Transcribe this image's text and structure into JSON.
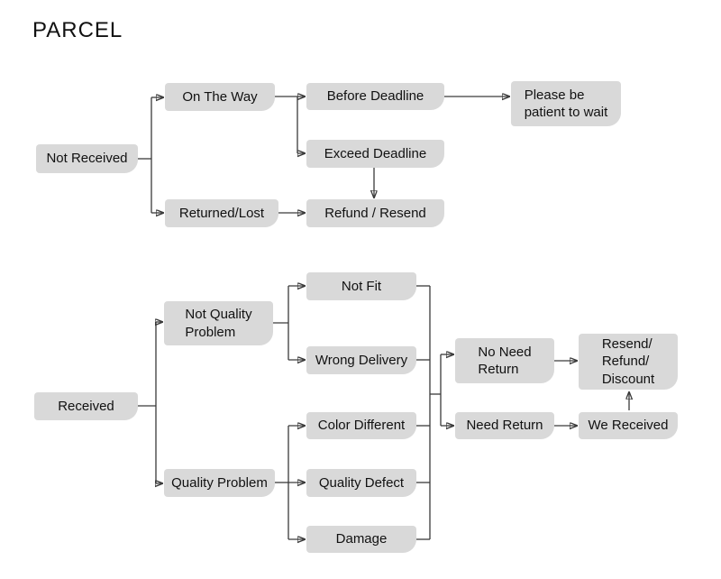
{
  "title": "PARCEL",
  "colors": {
    "node_fill": "#d9d9d9",
    "connector": "#3a3a3a",
    "text": "#111111",
    "background": "#ffffff"
  },
  "nodes": {
    "not_received": "Not Received",
    "on_the_way": "On The Way",
    "before_deadline": "Before Deadline",
    "please_wait": "Please be\npatient to wait",
    "exceed_deadline": "Exceed Deadline",
    "returned_lost": "Returned/Lost",
    "refund_resend": "Refund / Resend",
    "received": "Received",
    "not_quality_problem": "Not Quality\nProblem",
    "quality_problem": "Quality Problem",
    "not_fit": "Not Fit",
    "wrong_delivery": "Wrong Delivery",
    "color_different": "Color Different",
    "quality_defect": "Quality Defect",
    "damage": "Damage",
    "no_need_return": "No Need\nReturn",
    "need_return": "Need Return",
    "resend_refund_discount": "Resend/\nRefund/\nDiscount",
    "we_received": "We Received"
  }
}
